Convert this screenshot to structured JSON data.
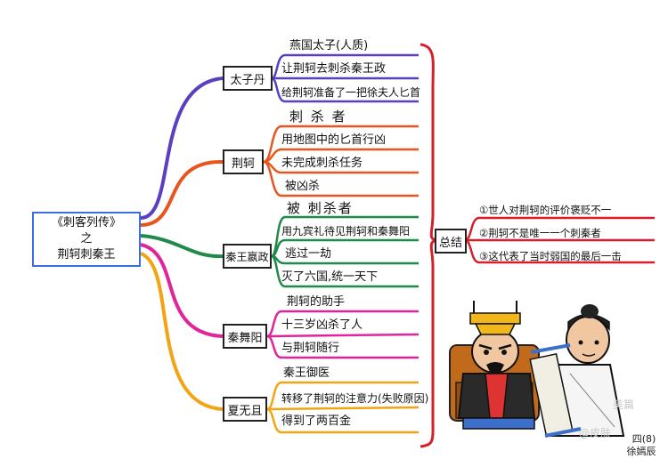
{
  "root": {
    "title_line1": "《刺客列传》",
    "title_line2": "之",
    "title_line3": "荆轲刺秦王"
  },
  "branches": [
    {
      "label": "太子丹",
      "color": "#5a3fc0",
      "items": [
        "燕国太子(人质)",
        "让荆轲去刺杀秦王政",
        "给荆轲准备了一把徐夫人匕首"
      ]
    },
    {
      "label": "荆轲",
      "color": "#e8551e",
      "items": [
        "刺 杀 者",
        "用地图中的匕首行凶",
        "未完成刺杀任务",
        "被凶杀"
      ]
    },
    {
      "label": "秦王嬴政",
      "color": "#1f8a4a",
      "items": [
        "被 刺杀者",
        "用九宾礼待见荆轲和秦舞阳",
        "逃过一劫",
        "灭了六国,统一天下"
      ]
    },
    {
      "label": "秦舞阳",
      "color": "#e0259a",
      "items": [
        "荆轲的助手",
        "十三岁凶杀了人",
        "与荆轲随行"
      ]
    },
    {
      "label": "夏无且",
      "color": "#f2a413",
      "items": [
        "秦王御医",
        "转移了荆轲的注意力(失败原因)",
        "得到了两百金"
      ]
    }
  ],
  "summary": {
    "label": "总结",
    "color": "#d61f2b",
    "items": [
      "①世人对荆轲的评价褒贬不一",
      "②荆轲不是唯一一个刺秦者",
      "③这代表了当时弱国的最后一击"
    ]
  },
  "illustration": {
    "type": "cartoon",
    "subject": "秦王与荆轲"
  },
  "watermark": {
    "text1": "美篇",
    "text2": "@皮肤"
  },
  "signature": {
    "class": "四(8)",
    "name": "徐嫣辰"
  }
}
